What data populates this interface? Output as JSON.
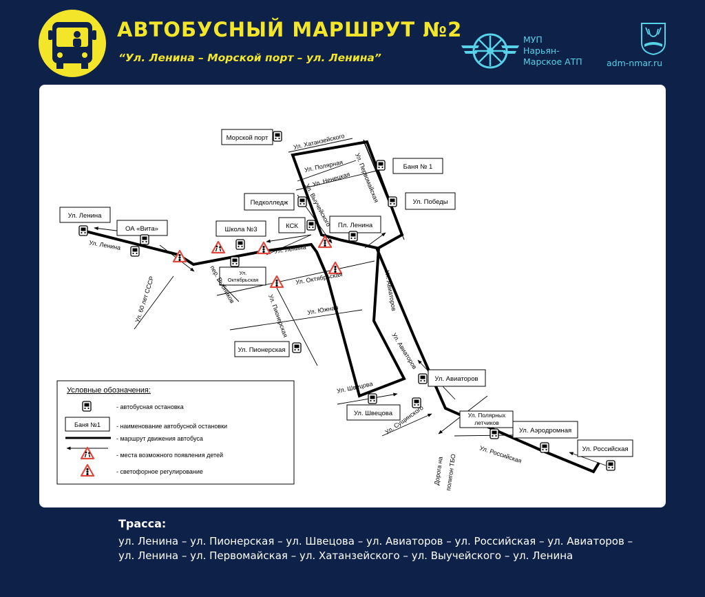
{
  "header": {
    "title": "АВТОБУСНЫЙ МАРШРУТ №2",
    "subtitle": "“Ул. Ленина – Морской порт – ул. Ленина”",
    "atp_line1": "МУП",
    "atp_line2": "Нарьян-",
    "atp_line3": "Марское АТП",
    "adm_site": "adm-nmar.ru"
  },
  "stops": {
    "lenina": "Ул. Ленина",
    "oa_vita": "ОА «Вита»",
    "shkola3": "Школа №3",
    "oktyabrskaya": "Ул.",
    "oktyabrskaya2": "Октябрьская",
    "pedkolledzh": "Педколледж",
    "ksk": "КСК",
    "pl_lenina": "Пл. Ленина",
    "morskoy_port": "Морской порт",
    "banya1": "Баня № 1",
    "ul_pobedy": "Ул. Победы",
    "pionerskaya": "Ул. Пионерская",
    "shvetsova": "Ул. Швецова",
    "aviatorov": "Ул. Авиаторов",
    "polyarnyh1": "Ул. Полярных",
    "polyarnyh2": "летчиков",
    "aerodromnaya": "Ул. Аэродромная",
    "rossiyskaya": "Ул. Российская"
  },
  "streets": {
    "lenina_w": "Ул. Ленина",
    "lenina_c": "Ул. Ленина",
    "sixty_let": "Ул. 60 лет СССР",
    "rybnikov": "пер. Рыбников",
    "oktyabrskaya": "Ул. Октябрьская",
    "yuzhnaya": "Ул. Южная",
    "pionerskaya": "Ул. Пионерская",
    "shvetsova": "Ул. Швецова",
    "sushchinskogo": "Ул. Сущинского",
    "aviatorov_1": "Ул. Авиаторов",
    "aviatorov_2": "Ул. Авиаторов",
    "rossiyskaya": "Ул. Российская",
    "doroga1": "Дорога на",
    "doroga2": "полигон ТБО",
    "polyarnaya": "Ул. Полярная",
    "nenetskaya": "Ул. Ненецкая",
    "vyucheyskogo": "Ул. Выучейского",
    "pervomayskaya": "Ул. Первомайская",
    "khatanzeyskogo": "Ул. Хатанзейского"
  },
  "legend": {
    "title": "Условные обозначения:",
    "stop": "- автобусная остановка",
    "sample_name": "Баня №1",
    "stop_name": "- наименование автобусной остановки",
    "route": "- маршрут движения автобуса",
    "children": "- места возможного появления детей",
    "traffic": "- светофорное регулирование"
  },
  "trace": {
    "label": "Трасса:",
    "line1": "ул. Ленина – ул. Пионерская – ул. Швецова – ул. Авиаторов – ул. Российская – ул. Авиаторов –",
    "line2": "ул. Ленина – ул. Первомайская – ул. Хатанзейского – ул. Выучейского – ул. Ленина"
  },
  "colors": {
    "background": "#0d2149",
    "accent_yellow": "#f3e52a",
    "accent_cyan": "#57d2e8",
    "route": "#000000",
    "warning_red": "#e0463b"
  }
}
